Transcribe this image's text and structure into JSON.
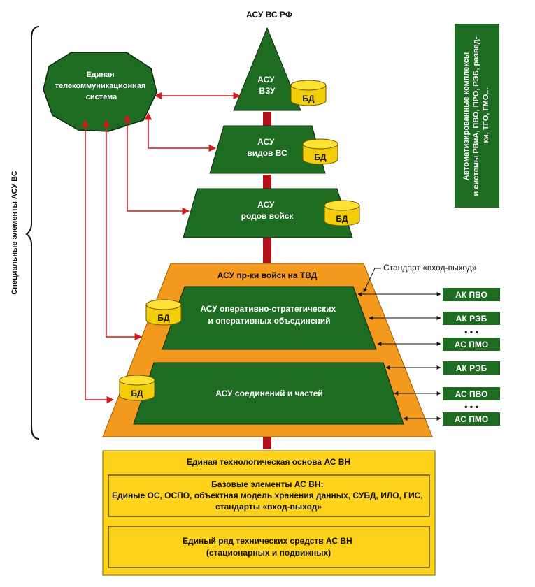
{
  "title": "АСУ ВС РФ",
  "side_label": "Специальные элементы АСУ ВС",
  "telecom": [
    "Единая",
    "телекоммуникационная",
    "система"
  ],
  "levels": {
    "vzu": [
      "АСУ",
      "ВЗУ"
    ],
    "vidov": [
      "АСУ",
      "видов ВС"
    ],
    "rodov": [
      "АСУ",
      "родов войск"
    ]
  },
  "db_label": "БД",
  "tvd": {
    "title": "АСУ пр-ки войск на ТВД",
    "ops": [
      "АСУ оперативно-стратегических",
      "и оперативных объединений"
    ],
    "units": "АСУ соединений и частей"
  },
  "standard_label": "Стандарт «вход-выход»",
  "right_box": [
    "Автоматизированные комплексы",
    "и системы РВиА, ПВО, ПРО, РЭБ, развед-",
    "ки, ТГО, ГМО..."
  ],
  "ak_upper": [
    "АК ПВО",
    "АК РЭБ",
    "АС ПМО"
  ],
  "ak_lower": [
    "АК РЭБ",
    "АС ПВО",
    "АС ПМО"
  ],
  "dots": "▪ ▪ ▪",
  "base": {
    "title": "Единая технологическая основа АС ВН",
    "elements": [
      "Базовые элементы АС ВН:",
      "Единые ОС, ОСПО, объектная модель хранения данных, СУБД, ИЛО, ГИС,",
      "стандарты «вход-выход»"
    ],
    "hardware": [
      "Единый ряд технических средств АС ВН",
      "(стационарных и подвижных)"
    ]
  },
  "colors": {
    "green": "#1e6b22",
    "orange": "#f39a1e",
    "yellow": "#ffd21c",
    "red": "#d11a1a",
    "connector": "#b3111a"
  }
}
